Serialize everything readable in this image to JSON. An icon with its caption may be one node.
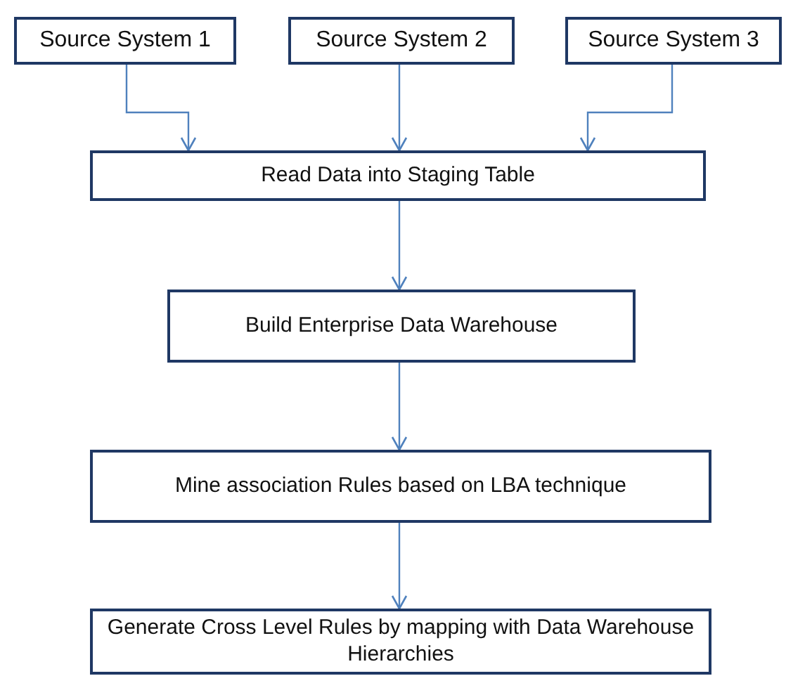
{
  "diagram": {
    "nodes": [
      {
        "text": [
          "Source System 1"
        ]
      },
      {
        "text": [
          "Source System 2"
        ]
      },
      {
        "text": [
          "Source System 3"
        ]
      },
      {
        "text": [
          "Read Data into Staging Table"
        ]
      },
      {
        "text": [
          "Build Enterprise Data Warehouse"
        ]
      },
      {
        "text": [
          "Mine association Rules based on LBA technique"
        ]
      },
      {
        "text": [
          "Generate Cross Level Rules by mapping with Data Warehouse Hierarchies"
        ]
      }
    ],
    "edges": [
      {
        "from": 0,
        "to": 3,
        "arrow": "to"
      },
      {
        "from": 1,
        "to": 3,
        "arrow": "to"
      },
      {
        "from": 2,
        "to": 3,
        "arrow": "to"
      },
      {
        "from": 3,
        "to": 4,
        "arrow": "to"
      },
      {
        "from": 4,
        "to": 5,
        "arrow": "to"
      },
      {
        "from": 5,
        "to": 6,
        "arrow": "to"
      }
    ]
  }
}
